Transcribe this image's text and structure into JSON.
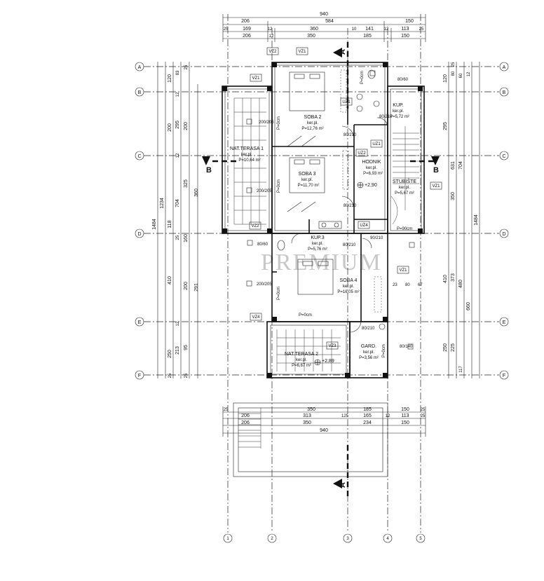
{
  "watermark": "PREMIUM",
  "top_dims": {
    "total": "940",
    "row2": [
      "206",
      "584",
      "150"
    ],
    "row3": [
      "25",
      "169",
      "12",
      "360",
      "10",
      "141",
      "12",
      "113",
      "25"
    ],
    "row4": [
      "206",
      "12",
      "350",
      "185",
      "150"
    ]
  },
  "bottom_dims": {
    "row1": [
      "25",
      "350",
      "185",
      "150",
      "25"
    ],
    "row2": [
      "206",
      "313",
      "125",
      "165",
      "12",
      "113",
      "25"
    ],
    "row3": [
      "206",
      "350",
      "234",
      "150"
    ],
    "total": "940"
  },
  "left_dims": {
    "total": "1484",
    "sub": "1234",
    "col_a": [
      "120",
      "200",
      "118",
      "410",
      "250"
    ],
    "col_b": [
      "295",
      "704",
      "213"
    ],
    "col_c": [
      "200",
      "325",
      "200",
      "360",
      "291",
      "160",
      "95"
    ],
    "col_d": [
      "83",
      "25",
      "12",
      "12",
      "25",
      "12",
      "25",
      "25"
    ]
  },
  "right_dims": {
    "total": "1484",
    "col_a": [
      "120",
      "295",
      "410",
      "250"
    ],
    "col_b": [
      "631",
      "704",
      "480",
      "660"
    ],
    "col_c": [
      "350",
      "373",
      "225",
      "117"
    ],
    "col_d": [
      "80",
      "25",
      "60",
      "12"
    ]
  },
  "row_axes": [
    "A",
    "B",
    "C",
    "D",
    "E",
    "F"
  ],
  "col_axes": [
    "1",
    "2",
    "3",
    "4",
    "5"
  ],
  "section_labels": [
    "A",
    "B"
  ],
  "rooms": [
    {
      "name": "SOBA 2",
      "floor": "ker.pl.",
      "area": "P=12,76 m²"
    },
    {
      "name": "KUP.",
      "floor": "ker.pl.",
      "area": "P=5,72 m²"
    },
    {
      "name": "NAT.TERASA 1",
      "floor": "ker.pl.",
      "area": "P=10,64 m²"
    },
    {
      "name": "HODNIK",
      "floor": "ker.pl.",
      "area": "P=6,93 m²"
    },
    {
      "name": "SOBA 3",
      "floor": "ker.pl.",
      "area": "P=11,70 m²"
    },
    {
      "name": "STUBIŠTE",
      "floor": "ker.pl.",
      "area": "P=5,67 m²"
    },
    {
      "name": "KUP.3",
      "floor": "ker.pl.",
      "area": "P=5,76 m²"
    },
    {
      "name": "SOBA 4",
      "floor": "ker.pl.",
      "area": "P=16,05 m²"
    },
    {
      "name": "GARD.",
      "floor": "ker.pl.",
      "area": "P=3,56 m²"
    },
    {
      "name": "NAT.TERASA 2",
      "floor": "ker.pl.",
      "area": "P=6,67 m²"
    }
  ],
  "levels": [
    "+2,90",
    "+2,89"
  ],
  "tags": [
    "VZ2",
    "VZ1",
    "VZ1",
    "UZ1",
    "UZ2",
    "UZ1",
    "UZ4",
    "VZ1",
    "VZ1",
    "VZ2",
    "VZ4",
    "VZ3"
  ],
  "openings": [
    "200/205",
    "200/205",
    "80/60",
    "80/210",
    "80/210",
    "80/210",
    "80/210",
    "90/210",
    "80/60",
    "200/205",
    "80/210",
    "80/140"
  ],
  "sill": "P=0cm",
  "sill_list": [
    "P=0cm",
    "P=0cm",
    "P=0cm",
    "P=0cm",
    "P=0cm"
  ],
  "misc_dims": [
    "23",
    "80",
    "67",
    "P=90cm"
  ]
}
